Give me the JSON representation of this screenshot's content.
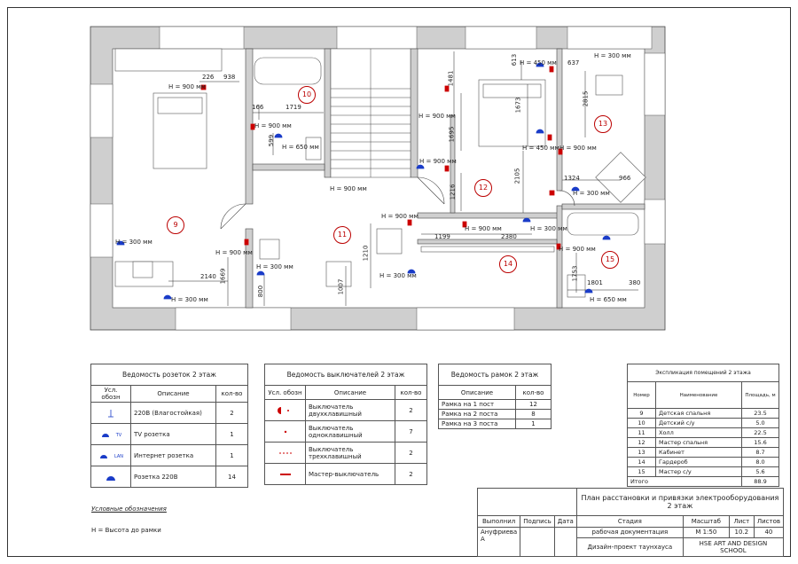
{
  "dims": {
    "d226": "226",
    "d938": "938",
    "d1719": "1719",
    "d166": "166",
    "d599": "599",
    "d1481": "1481",
    "d613": "613",
    "d637": "637",
    "d1673": "1673",
    "d1695": "1695",
    "d2815": "2815",
    "d2105": "2105",
    "d1216": "1216",
    "d1324": "1324",
    "d966": "966",
    "d1210": "1210",
    "d1199": "1199",
    "d2380": "2380",
    "d2140": "2140",
    "d1669": "1669",
    "d800": "800",
    "d1007": "1007",
    "d1753": "1753",
    "d1801": "1801",
    "d380": "380"
  },
  "heights": {
    "h900": "H = 900 мм",
    "h300": "H = 300 мм",
    "h650": "H = 650 мм",
    "h450": "H = 450 мм"
  },
  "rooms": [
    "9",
    "10",
    "11",
    "12",
    "13",
    "14",
    "15"
  ],
  "sockets": {
    "title": "Ведомость розеток 2 этаж",
    "headers": [
      "Усл. обозн",
      "Описание",
      "кол-во"
    ],
    "rows": [
      {
        "desc": "220В (Влагостойкая)",
        "qty": "2",
        "sym_text": ""
      },
      {
        "desc": "TV розетка",
        "qty": "1",
        "sym_text": "TV"
      },
      {
        "desc": "Интернет розетка",
        "qty": "1",
        "sym_text": "LAN"
      },
      {
        "desc": "Розетка 220В",
        "qty": "14",
        "sym_text": ""
      }
    ]
  },
  "switches": {
    "title": "Ведомость выключателей 2 этаж",
    "headers": [
      "Усл. обозн",
      "Описание",
      "кол-во"
    ],
    "rows": [
      {
        "desc": "Выключатель двухклавишный",
        "qty": "2"
      },
      {
        "desc": "Выключатель одноклавишный",
        "qty": "7"
      },
      {
        "desc": "Выключатель трехклавишный",
        "qty": "2"
      },
      {
        "desc": "Мастер-выключатель",
        "qty": "2"
      }
    ]
  },
  "frames": {
    "title": "Ведомость рамок 2 этаж",
    "headers": [
      "Описание",
      "кол-во"
    ],
    "rows": [
      {
        "desc": "Рамка на 1 пост",
        "qty": "12"
      },
      {
        "desc": "Рамка на 2 поста",
        "qty": "8"
      },
      {
        "desc": "Рамка на 3 поста",
        "qty": "1"
      }
    ]
  },
  "explication": {
    "title": "Экспликация помещений 2 этажа",
    "headers": [
      "Номер",
      "Наименование",
      "Площадь, м"
    ],
    "rows": [
      {
        "num": "9",
        "name": "Детская спальня",
        "area": "23.5"
      },
      {
        "num": "10",
        "name": "Детский с/у",
        "area": "5.0"
      },
      {
        "num": "11",
        "name": "Холл",
        "area": "22.5"
      },
      {
        "num": "12",
        "name": "Мастер спальня",
        "area": "15.6"
      },
      {
        "num": "13",
        "name": "Кабинет",
        "area": "8.7"
      },
      {
        "num": "14",
        "name": "Гардероб",
        "area": "8.0"
      },
      {
        "num": "15",
        "name": "Мастер с/у",
        "area": "5.6"
      }
    ],
    "total_label": "Итого",
    "total": "88.9"
  },
  "legend": {
    "heading": "Условные обозначения",
    "line": "H =  Высота до рамки"
  },
  "title_block": {
    "title": "План расстановки и привязки электрооборудования 2 этаж",
    "performed": "Выполнил",
    "signature": "Подпись",
    "date": "Дата",
    "author": "Ануфриева А",
    "stage_label": "Стадия",
    "stage_value": "рабочая документация",
    "scale_label": "Масштаб",
    "scale_value": "М 1:50",
    "sheet_label": "Лист",
    "sheet_value": "10.2",
    "sheets_label": "Листов",
    "sheets_value": "40",
    "project": "Дизайн-проект таунхауса",
    "school": "HSE ART AND DESIGN SCHOOL"
  }
}
